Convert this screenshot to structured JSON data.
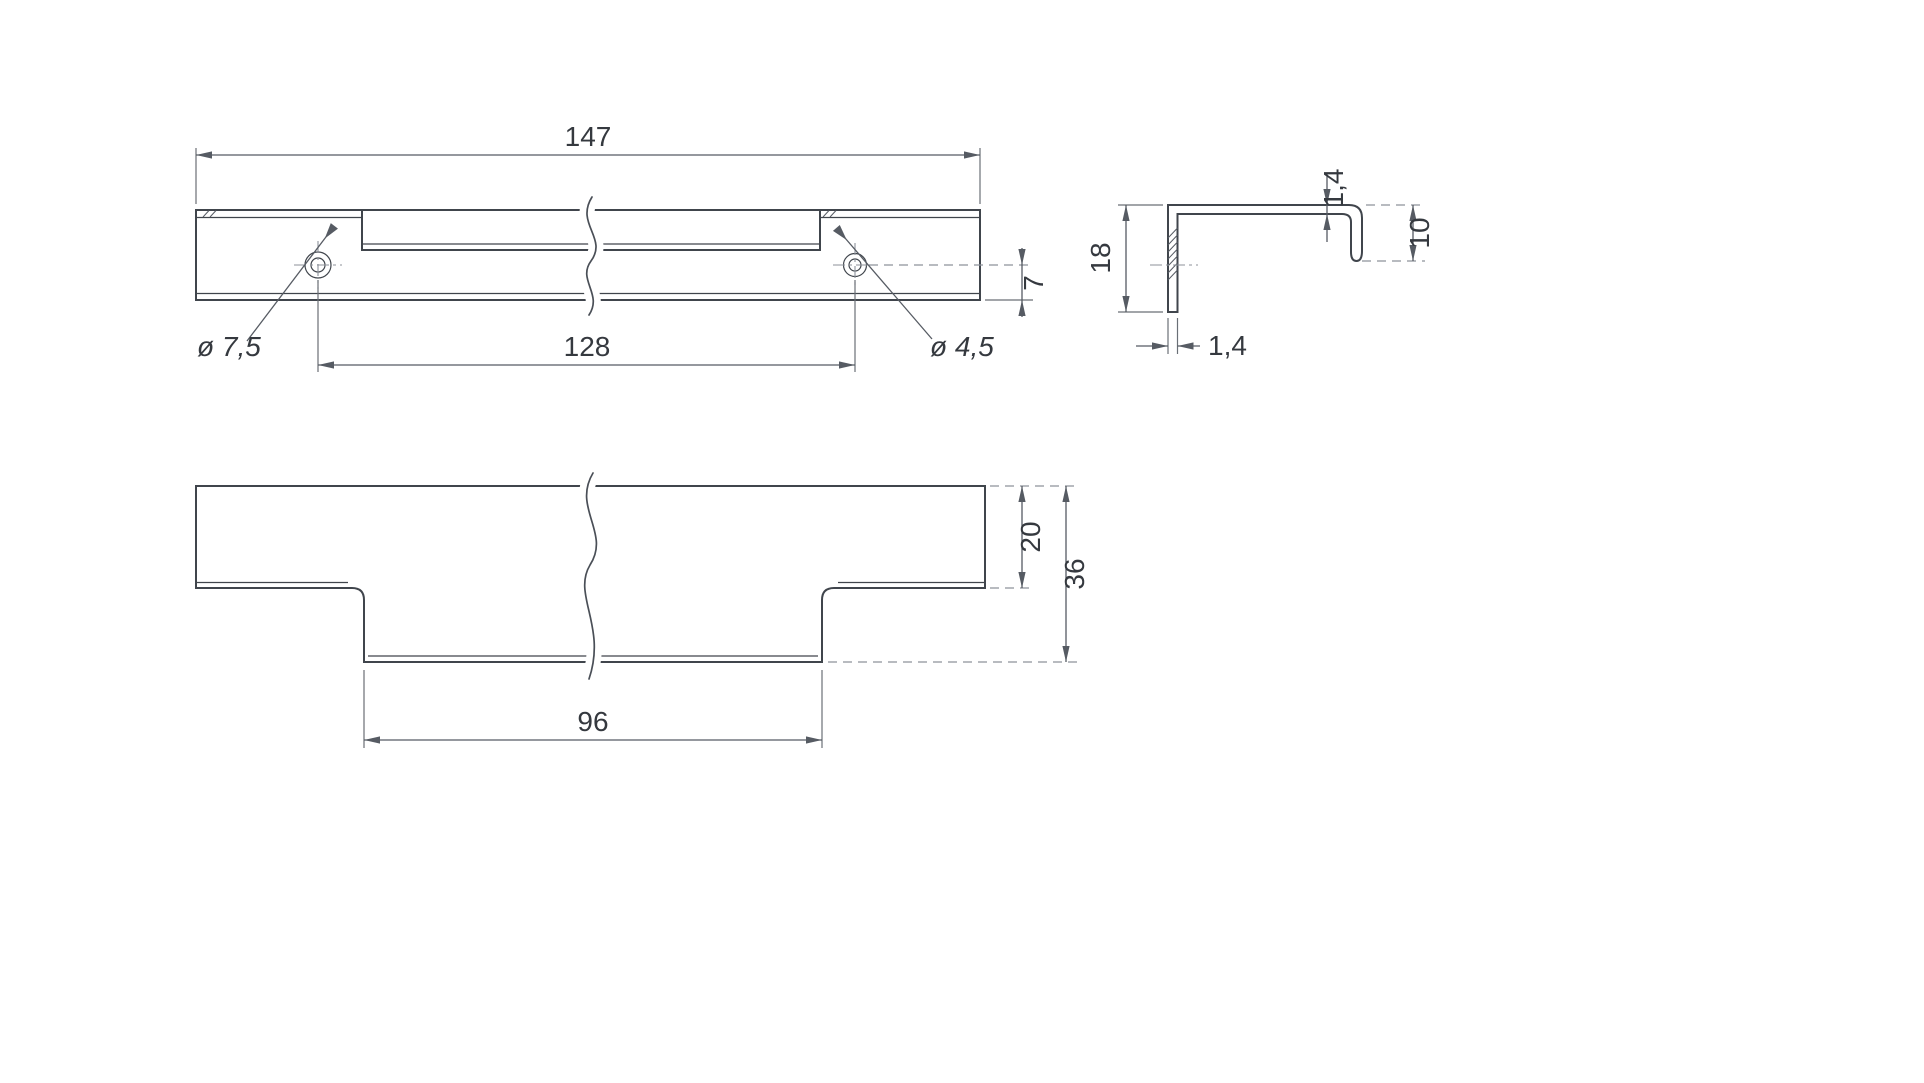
{
  "drawing": {
    "colors": {
      "object_line": "#40454c",
      "dimension_line": "#565b63",
      "hidden_line": "#8d929a",
      "text": "#35393f",
      "background": "#ffffff"
    },
    "views": {
      "front": {
        "dims": {
          "overall_length": "147",
          "hole_spacing": "128",
          "edge_distance": "7",
          "countersink_hole": "ø 7,5",
          "screw_hole": "ø 4,5"
        }
      },
      "section": {
        "dims": {
          "profile_height": "18",
          "top_thickness": "1,4",
          "lip_height": "10",
          "wall_thickness": "1,4"
        }
      },
      "plan": {
        "dims": {
          "upper_depth": "20",
          "overall_depth": "36",
          "recess_width": "96"
        }
      }
    }
  }
}
